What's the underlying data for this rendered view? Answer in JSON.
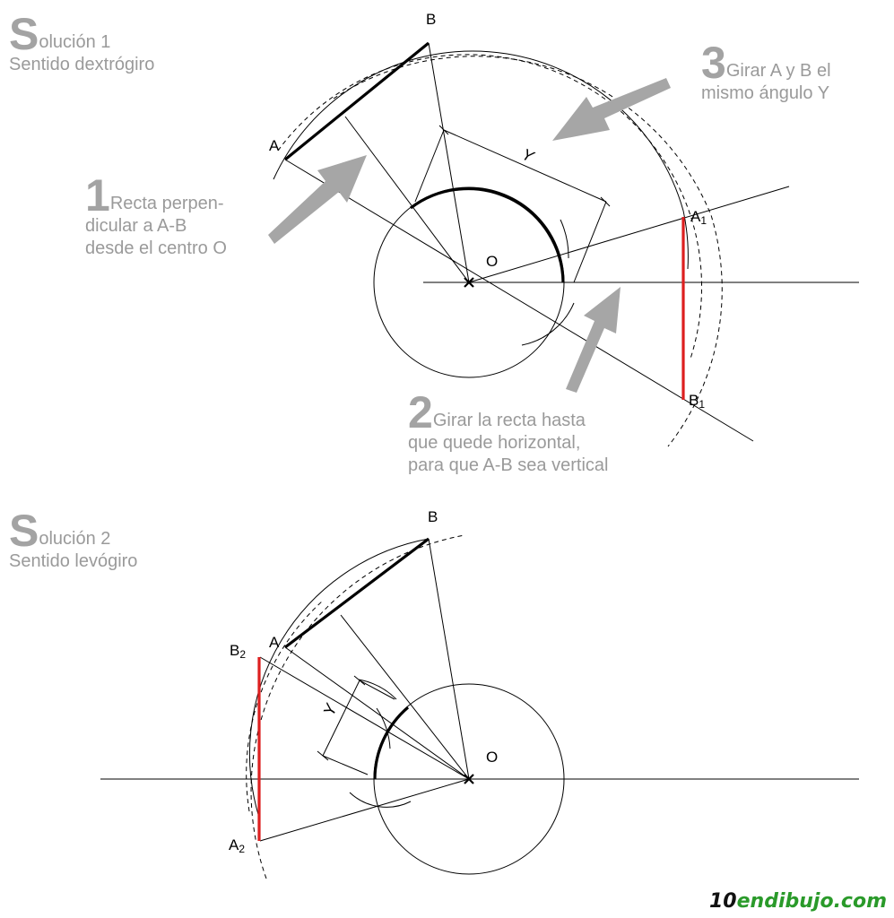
{
  "solution1": {
    "title_initial": "S",
    "title_rest": "olución 1",
    "subtitle": "Sentido dextrógiro",
    "labels": {
      "A": "A",
      "B": "B",
      "O": "O",
      "A1": "A",
      "A1_sub": "1",
      "B1": "B",
      "B1_sub": "1",
      "Y": "Y"
    },
    "step1": {
      "number": "1",
      "lines": [
        "Recta perpen-",
        "dicular a A-B",
        "desde el centro O"
      ]
    },
    "step2": {
      "number": "2",
      "lines": [
        "Girar la recta hasta",
        "que quede horizontal,",
        "para que A-B sea vertical"
      ]
    },
    "step3": {
      "number": "3",
      "lines": [
        "Girar A y B el",
        "mismo ángulo Y"
      ]
    }
  },
  "solution2": {
    "title_initial": "S",
    "title_rest": "olución 2",
    "subtitle": "Sentido levógiro",
    "labels": {
      "A": "A",
      "B": "B",
      "O": "O",
      "A2": "A",
      "A2_sub": "2",
      "B2": "B",
      "B2_sub": "2",
      "Y": "Y"
    }
  },
  "brand": {
    "number": "10",
    "text": "endibujo.com"
  },
  "colors": {
    "annotation": "#9a9a9a",
    "result_segment": "#dd1f1f",
    "arrow": "#a6a6a6",
    "brand_green": "#2a9a2a"
  }
}
